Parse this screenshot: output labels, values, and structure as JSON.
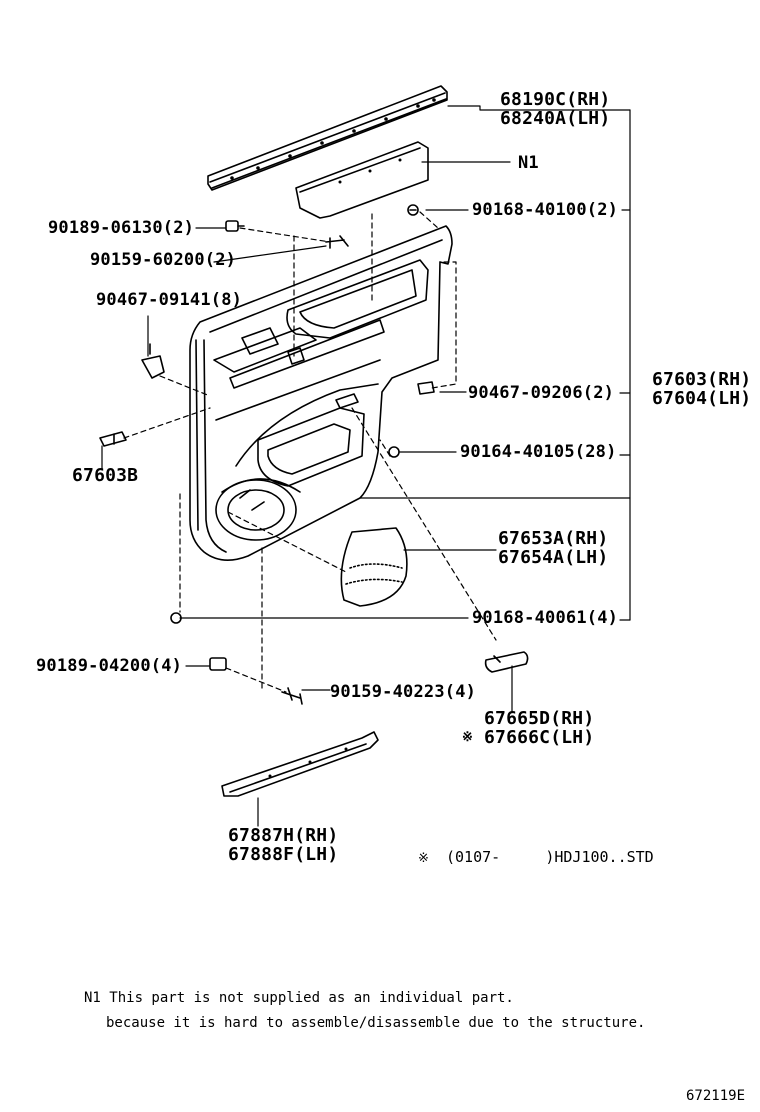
{
  "parts": {
    "p68190C": "68190C(RH)",
    "p68240A": "68240A(LH)",
    "n1": "N1",
    "p90168_40100": "90168-40100(2)",
    "p90189_06130": "90189-06130(2)",
    "p90159_60200": "90159-60200(2)",
    "p90467_09141": "90467-09141(8)",
    "p67603": "67603(RH)",
    "p67604": "67604(LH)",
    "p90467_09206": "90467-09206(2)",
    "p67603B": "67603B",
    "p90164_40105": "90164-40105(28)",
    "p67653A": "67653A(RH)",
    "p67654A": "67654A(LH)",
    "p90168_40061": "90168-40061(4)",
    "p90189_04200": "90189-04200(4)",
    "p90159_40223": "90159-40223(4)",
    "p67665D": "67665D(RH)",
    "p67666C": "67666C(LH)",
    "p67887H": "67887H(RH)",
    "p67888F": "67888F(LH)"
  },
  "legend": {
    "mark": "※",
    "applicability": "(0107-     )HDJ100..STD"
  },
  "notes": {
    "line1": "N1 This part is not supplied as an individual part.",
    "line2": "because it is hard to assemble/disassemble due to the structure."
  },
  "drawing_code": "672119E"
}
